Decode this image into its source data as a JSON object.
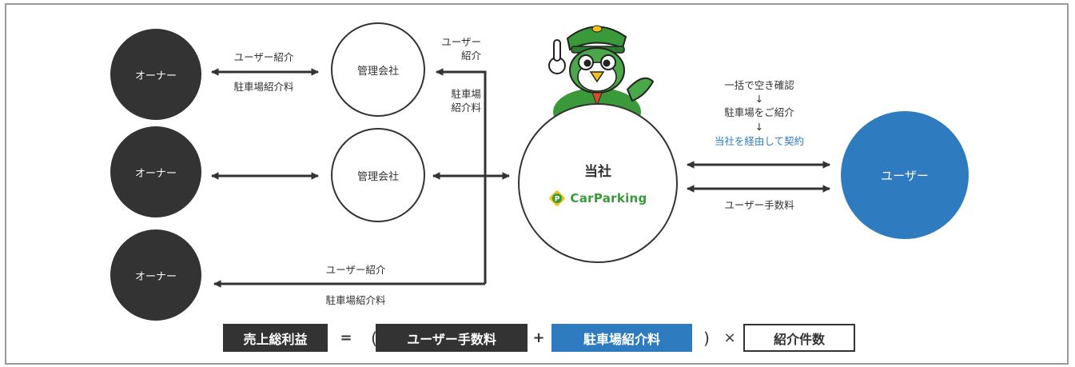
{
  "nodes": {
    "owner_1": "オーナー",
    "owner_2": "オーナー",
    "owner_3": "オーナー",
    "mgmt_1": "管理会社",
    "mgmt_2": "管理会社",
    "company": "当社",
    "logo_text": "CarParking",
    "user": "ユーザー"
  },
  "labels": {
    "top_left_intro": "ユーザー紹介",
    "top_left_fee": "駐車場紹介料",
    "vert_intro_1": "ユーザー",
    "vert_intro_2": "紹介",
    "vert_fee_1": "駐車場",
    "vert_fee_2": "紹介料",
    "bottom_intro": "ユーザー紹介",
    "bottom_fee": "駐車場紹介料",
    "flow_1": "一括で空き確認",
    "flow_arrow_1": "↓",
    "flow_2": "駐車場をご紹介",
    "flow_arrow_2": "↓",
    "flow_3": "当社を経由して契約",
    "user_fee": "ユーザー手数料"
  },
  "formula": {
    "total": "売上総利益",
    "equals": "=",
    "open_paren": "(",
    "user_fee": "ユーザー手数料",
    "plus": "+",
    "parking_fee": "駐車場紹介料",
    "close_paren": ")",
    "times": "×",
    "count": "紹介件数"
  },
  "colors": {
    "dark": "#333333",
    "accent_blue": "#2f7bbf",
    "logo_green": "#3a9a3a",
    "logo_yellow": "#f2c21a"
  }
}
